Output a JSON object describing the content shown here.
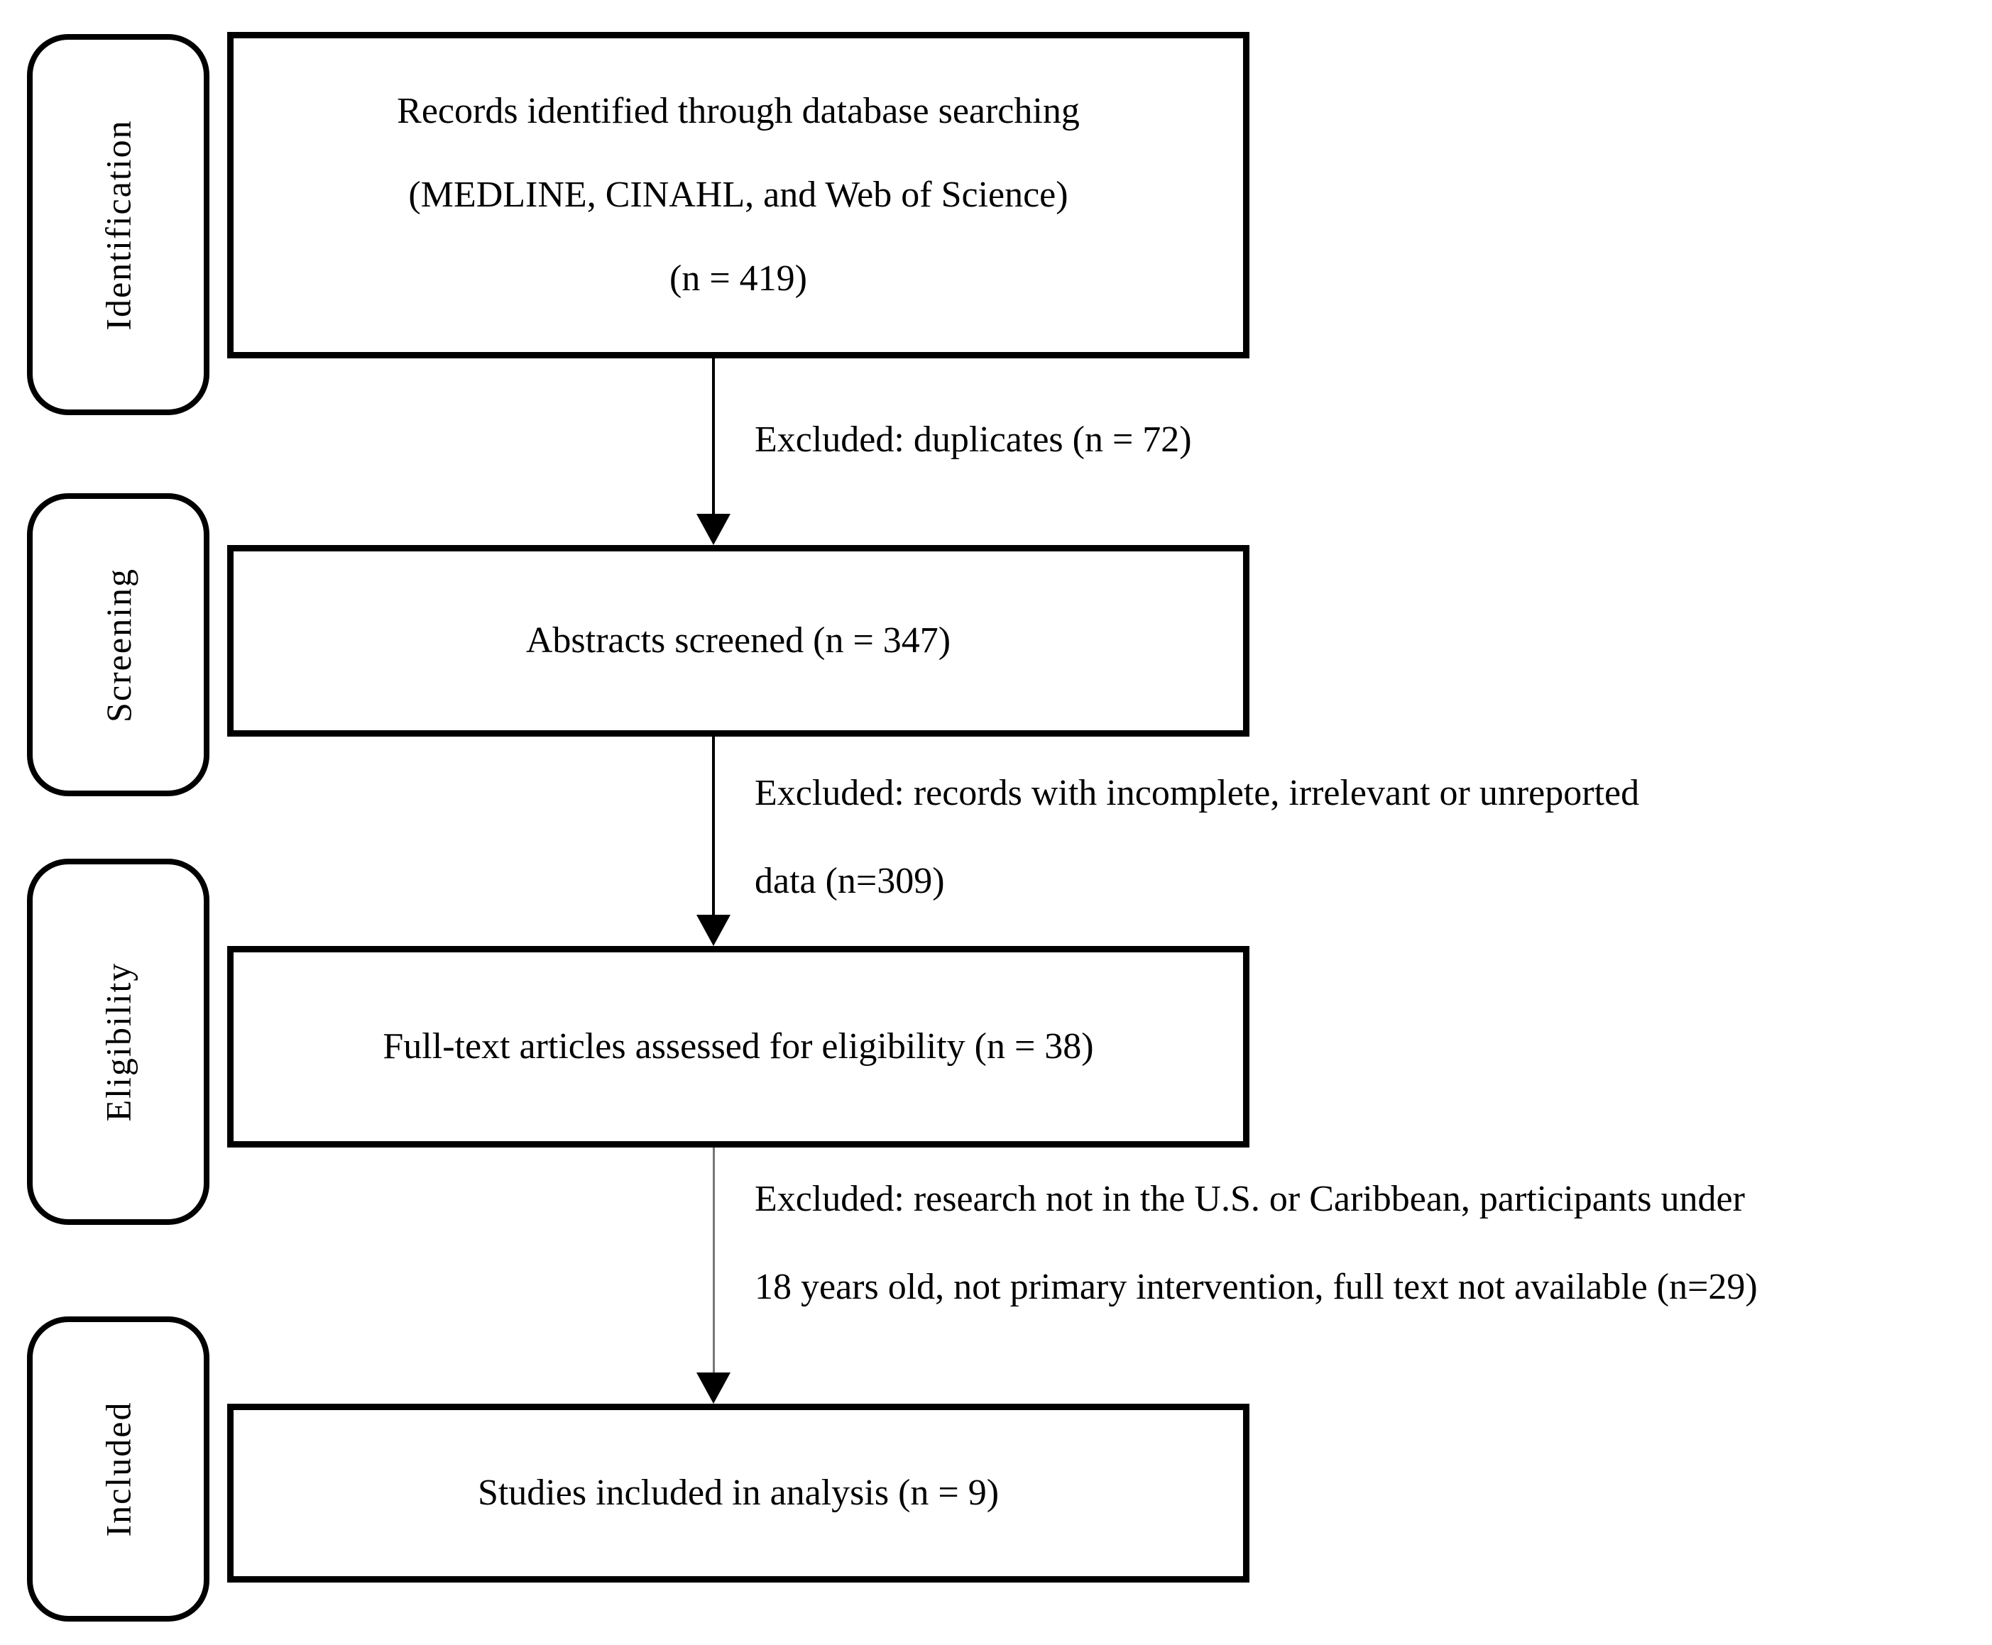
{
  "diagram": {
    "title_semantic": "PRISMA study selection flow diagram",
    "stages": [
      {
        "label": "Identification"
      },
      {
        "label": "Screening"
      },
      {
        "label": "Eligibility"
      },
      {
        "label": "Included"
      }
    ],
    "boxes": [
      {
        "lines": [
          "Records identified through database searching",
          "(MEDLINE, CINAHL, and Web of Science)",
          "(n = 419)"
        ],
        "n": 419
      },
      {
        "lines": [
          "Abstracts screened (n = 347)"
        ],
        "n": 347
      },
      {
        "lines": [
          "Full-text articles assessed for eligibility (n = 38)"
        ],
        "n": 38
      },
      {
        "lines": [
          "Studies included in analysis (n = 9)"
        ],
        "n": 9
      }
    ],
    "exclusions": [
      {
        "lines": [
          "Excluded: duplicates (n = 72)"
        ],
        "n": 72
      },
      {
        "lines": [
          "Excluded: records with incomplete, irrelevant or unreported",
          "data (n=309)"
        ],
        "n": 309
      },
      {
        "lines": [
          "Excluded: research not in the U.S. or Caribbean, participants under",
          "18 years old, not primary intervention, full text not available (n=29)"
        ],
        "n": 29
      }
    ],
    "colors": {
      "ink": "#000000",
      "background": "#ffffff",
      "arrow_stem_light": "#777777"
    }
  }
}
